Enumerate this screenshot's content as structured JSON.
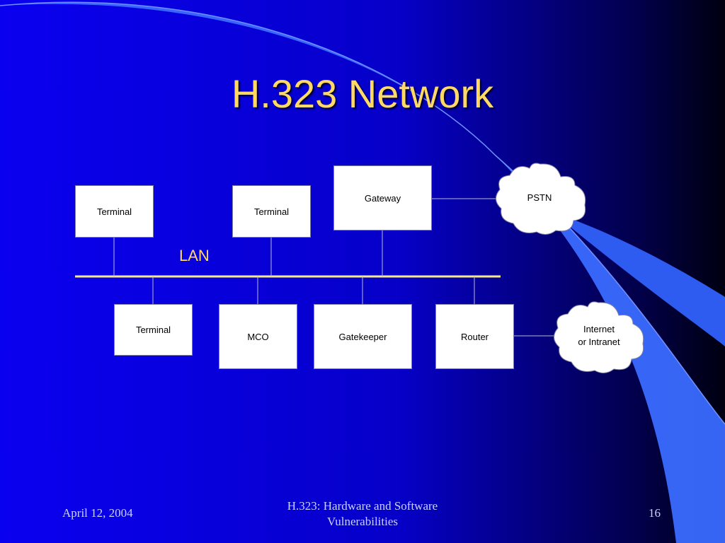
{
  "slide": {
    "title": "H.323 Network",
    "footer_date": "April 12, 2004",
    "footer_title_line1": "H.323:  Hardware and Software",
    "footer_title_line2": "Vulnerabilities",
    "page_number": "16"
  },
  "diagram": {
    "lan_label": "LAN",
    "nodes": {
      "terminal_top_left": "Terminal",
      "terminal_top_mid": "Terminal",
      "gateway": "Gateway",
      "terminal_bottom": "Terminal",
      "mco": "MCO",
      "gatekeeper": "Gatekeeper",
      "router": "Router"
    },
    "clouds": {
      "pstn": "PSTN",
      "internet_line1": "Internet",
      "internet_line2": "or Intranet"
    }
  },
  "colors": {
    "title": "#ffd966",
    "lan_bus": "#f5e98a",
    "connector": "#b8b8d0",
    "swoosh": "#3a6aff"
  }
}
